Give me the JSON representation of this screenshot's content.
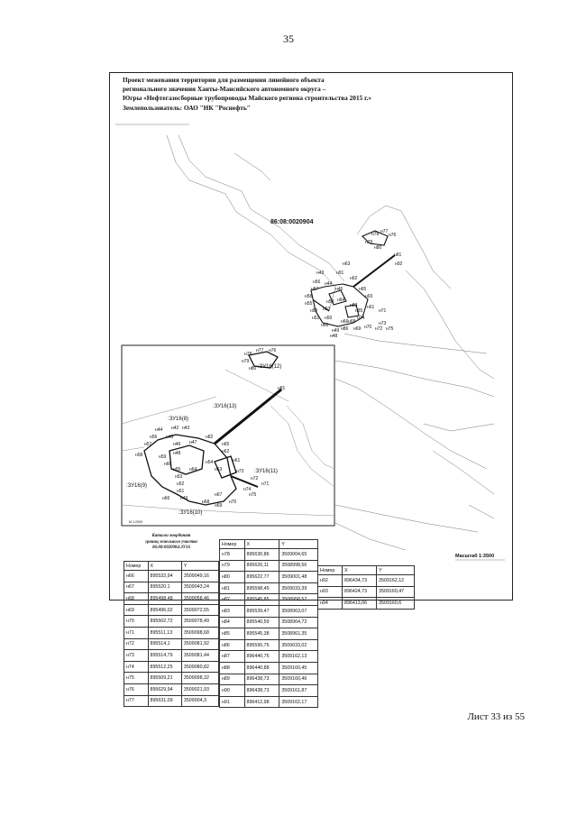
{
  "page": {
    "number": "35",
    "footer": "Лист 33 из 55"
  },
  "title_lines": [
    "Проект межевания территории для размещения линейного объекта",
    "регионального значения Ханты-Мансийского автономного округа –",
    "Югры «Нефтегазосборные трубопроводы Майского региона строительства 2015 г.»",
    "Землепользователь: ОАО \"НК \"Роснефть\""
  ],
  "map": {
    "cadastral_quarter": "86:08:0020904",
    "scale": "Масштаб 1:3500",
    "inset_scale": "М 1:2000",
    "main_points": [
      "н78",
      "н77",
      "н76",
      "н79",
      "н80",
      "н81",
      "н92",
      "н91",
      "н63",
      "н43",
      "н62",
      "н56",
      "н44",
      "н45",
      "н57",
      "н58",
      "н65",
      "н55",
      "н54",
      "н64",
      "н93",
      "н59",
      "н53",
      "н83",
      "н61",
      "н52",
      "н85",
      "н74",
      "н71",
      "н73",
      "н60",
      "н66",
      "н86",
      "н69",
      "н70",
      "н72",
      "н75",
      "н49",
      "н48",
      "н68",
      "н50"
    ],
    "inset_points": [
      "н78",
      "н77",
      "н76",
      "н79",
      "н80",
      "н81",
      "н44",
      "н42",
      "н43",
      "н56",
      "н45",
      "н82",
      "н57",
      "н46",
      "н58",
      "н47",
      "н61",
      "н62",
      "н59",
      "н48",
      "н65",
      "н55",
      "н60",
      "н53",
      "н52",
      "н54",
      "н64",
      "н63",
      "н73",
      "н71",
      "н72",
      "н74",
      "н75",
      "н51",
      "н67",
      "н66",
      "н49",
      "н68",
      "н69",
      "н70"
    ],
    "plots": [
      ":ЗУ16(12)",
      ":ЗУ16(13)",
      ":ЗУ16(8)",
      ":ЗУ16(11)",
      ":ЗУ16(9)",
      ":ЗУ16(10)"
    ]
  },
  "catalog": {
    "title_lines": [
      "Каталог координат",
      "границ земельного участка",
      "86:08:0020904:ЗУ16"
    ],
    "headers": [
      "Номер",
      "X",
      "Y"
    ],
    "table1": [
      [
        "н66",
        "895532,94",
        "3509049,16"
      ],
      [
        "н67",
        "895520,1",
        "3509043,24"
      ],
      [
        "н68",
        "895498,48",
        "3509058,46"
      ],
      [
        "н69",
        "895496,02",
        "3509072,55"
      ],
      [
        "н70",
        "895502,72",
        "3509078,49"
      ],
      [
        "н71",
        "895511,13",
        "3509098,68"
      ],
      [
        "н72",
        "895514,1",
        "3509081,92"
      ],
      [
        "н73",
        "895514,79",
        "3509081,44"
      ],
      [
        "н74",
        "895512,25",
        "3509080,82"
      ],
      [
        "н75",
        "895509,21",
        "3509098,32"
      ],
      [
        "н76",
        "895629,94",
        "3509021,93"
      ],
      [
        "н77",
        "895631,09",
        "3509004,3"
      ]
    ],
    "table2": [
      [
        "н78",
        "895630,86",
        "3509004,65"
      ],
      [
        "н79",
        "895626,11",
        "3508998,56"
      ],
      [
        "н80",
        "895622,77",
        "3509001,48"
      ],
      [
        "н81",
        "895598,45",
        "3509033,39"
      ],
      [
        "н82",
        "895545,85",
        "3508958,57"
      ],
      [
        "н83",
        "895539,47",
        "3508963,07"
      ],
      [
        "н84",
        "895540,59",
        "3508964,72"
      ],
      [
        "н85",
        "895545,38",
        "3508961,35"
      ],
      [
        "н86",
        "895595,75",
        "3509033,02"
      ],
      [
        "н87",
        "896440,75",
        "3509162,13"
      ],
      [
        "н88",
        "896440,88",
        "3509160,45"
      ],
      [
        "н89",
        "896438,73",
        "3509160,46"
      ],
      [
        "н90",
        "896438,73",
        "3509161,87"
      ],
      [
        "н91",
        "896412,98",
        "3509162,17"
      ]
    ],
    "table3": [
      [
        "н92",
        "896434,73",
        "3509162,12"
      ],
      [
        "н93",
        "896424,73",
        "3509160,47"
      ],
      [
        "н94",
        "896413,06",
        "3509160,6"
      ]
    ]
  }
}
